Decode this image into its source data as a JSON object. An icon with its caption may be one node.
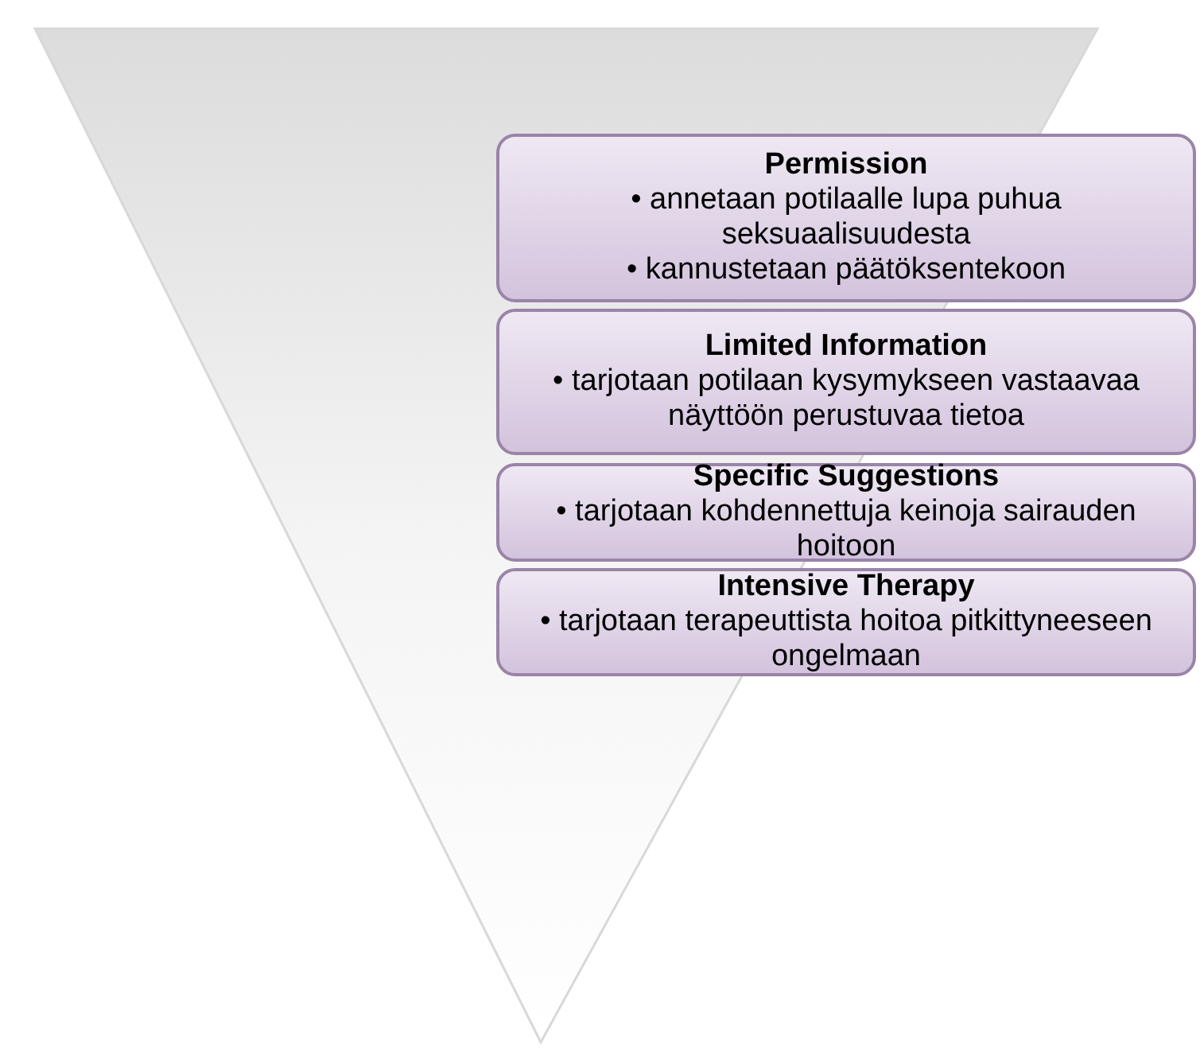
{
  "diagram": {
    "nodes": [
      {
        "text": [
          "Permission",
          "• annetaan potilaalle lupa puhua seksuaalisuudesta",
          "•  kannustetaan päätöksentekoon"
        ]
      },
      {
        "text": [
          "Limited Information",
          "• tarjotaan potilaan kysymykseen vastaavaa näyttöön perustuvaa tietoa"
        ]
      },
      {
        "text": [
          "Specific Suggestions",
          "• tarjotaan kohdennettuja keinoja sairauden hoitoon"
        ]
      },
      {
        "text": [
          "Intensive Therapy",
          "• tarjotaan terapeuttista hoitoa pitkittyneeseen ongelmaan"
        ]
      }
    ]
  }
}
